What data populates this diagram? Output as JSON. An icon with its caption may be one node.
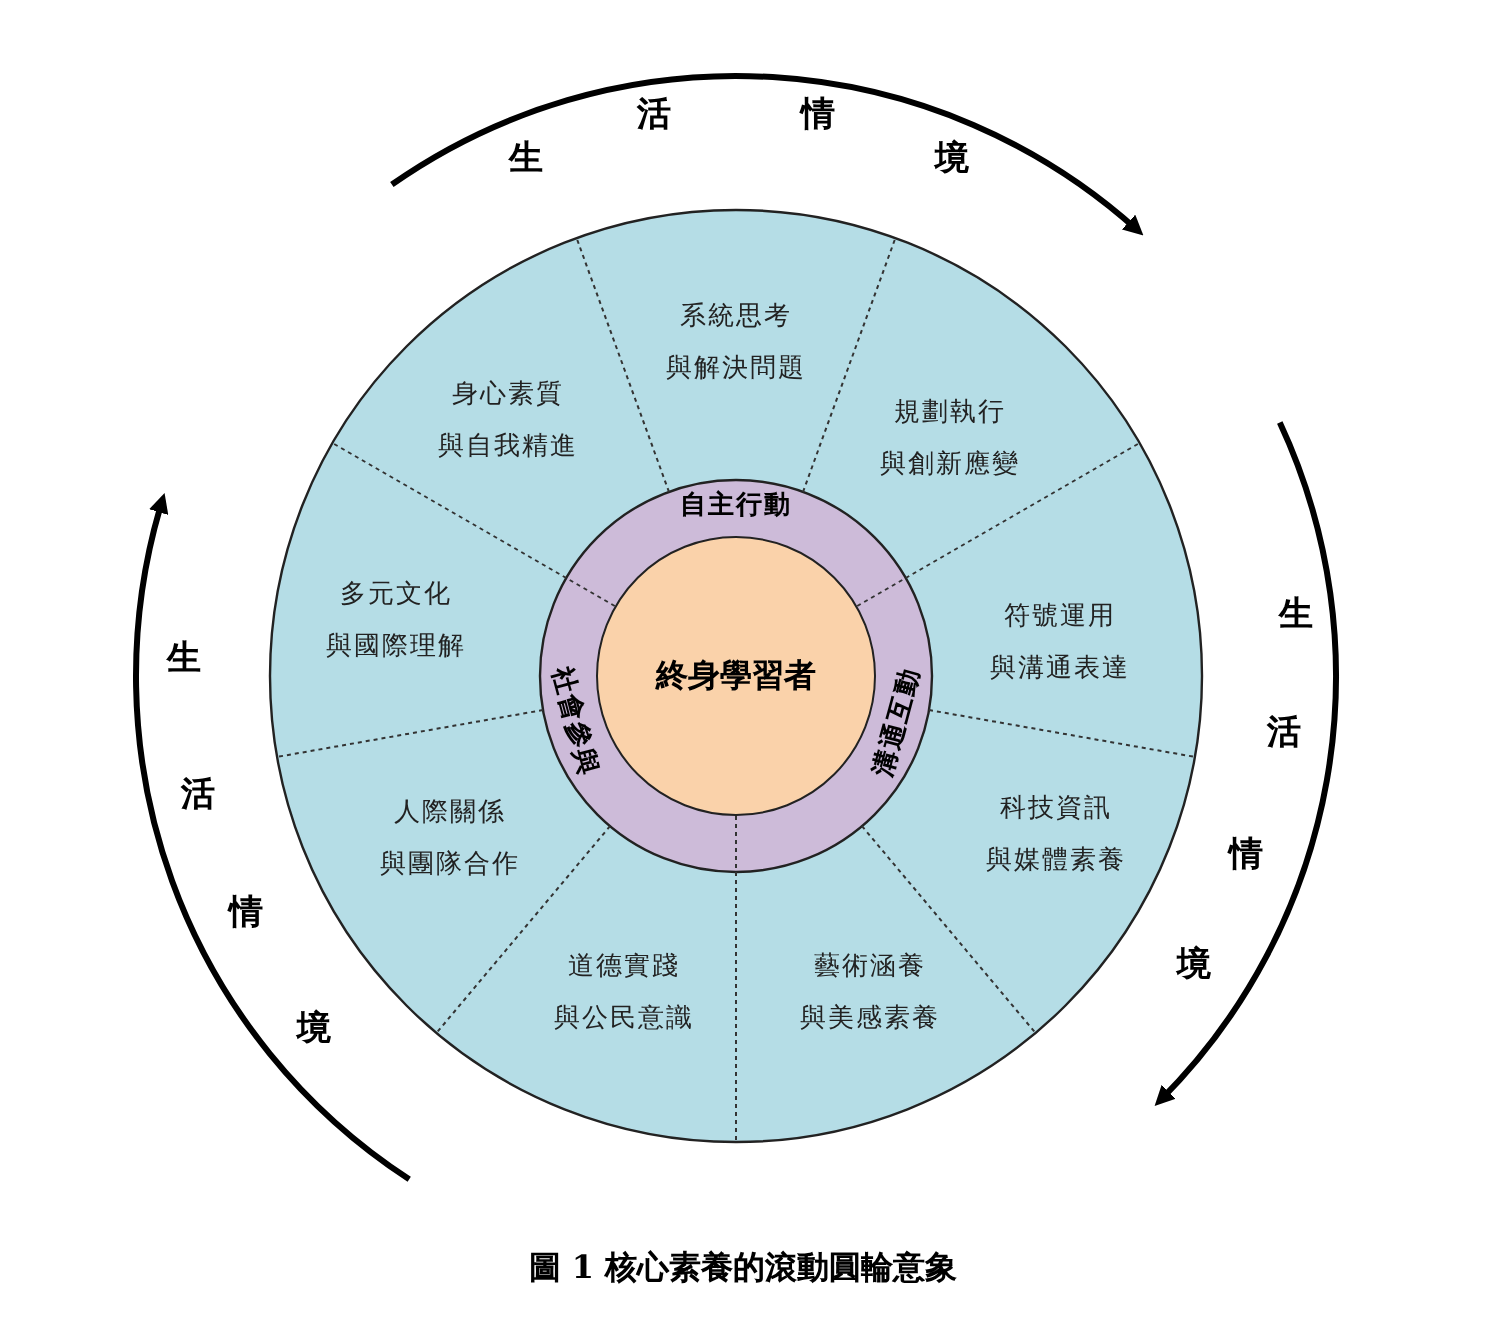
{
  "diagram": {
    "caption": "圖 1 核心素養的滾動圓輪意象",
    "nodes": [
      {
        "text": [
          "系統思考",
          "與解決問題"
        ]
      },
      {
        "text": [
          "規劃執行",
          "與創新應變"
        ]
      },
      {
        "text": [
          "符號運用",
          "與溝通表達"
        ]
      },
      {
        "text": [
          "科技資訊",
          "與媒體素養"
        ]
      },
      {
        "text": [
          "藝術涵養",
          "與美感素養"
        ]
      },
      {
        "text": [
          "道德實踐",
          "與公民意識"
        ]
      },
      {
        "text": [
          "人際關係",
          "與團隊合作"
        ]
      },
      {
        "text": [
          "多元文化",
          "與國際理解"
        ]
      },
      {
        "text": [
          "身心素質",
          "與自我精進"
        ]
      },
      {
        "text": [
          "自主行動"
        ]
      },
      {
        "text": [
          "溝通互動"
        ]
      },
      {
        "text": [
          "社會參與"
        ]
      },
      {
        "text": [
          "終身學習者"
        ]
      }
    ],
    "edges": [],
    "labels": [
      "生",
      "活",
      "情",
      "境",
      "生",
      "活",
      "情",
      "境",
      "生",
      "活",
      "情",
      "境"
    ]
  }
}
